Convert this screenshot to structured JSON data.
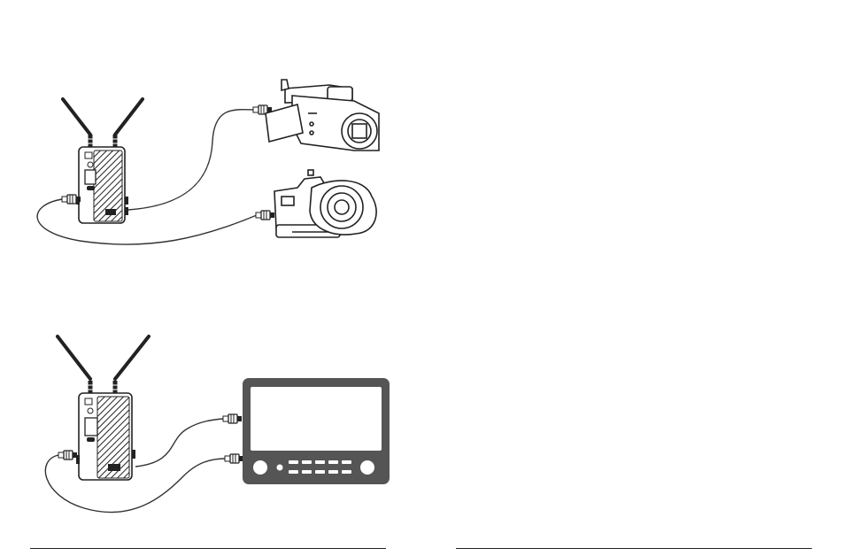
{
  "page": {
    "background": "#ffffff",
    "line_color": "#333333",
    "monitor_color": "#555555"
  },
  "diagram_top": {
    "devices": [
      {
        "icon": "wireless-transmitter-icon"
      },
      {
        "icon": "camcorder-icon"
      },
      {
        "icon": "dslr-camera-icon"
      }
    ],
    "connections": [
      {
        "from": "transmitter",
        "to": "camcorder",
        "connector": "sdi-cable"
      },
      {
        "from": "transmitter",
        "to": "dslr-camera",
        "connector": "hdmi-cable"
      }
    ]
  },
  "diagram_bottom": {
    "devices": [
      {
        "icon": "wireless-receiver-icon"
      },
      {
        "icon": "field-monitor-icon"
      }
    ],
    "connections": [
      {
        "from": "receiver",
        "to": "monitor",
        "connector": "sdi-cable"
      },
      {
        "from": "receiver",
        "to": "monitor",
        "connector": "hdmi-cable"
      }
    ]
  }
}
